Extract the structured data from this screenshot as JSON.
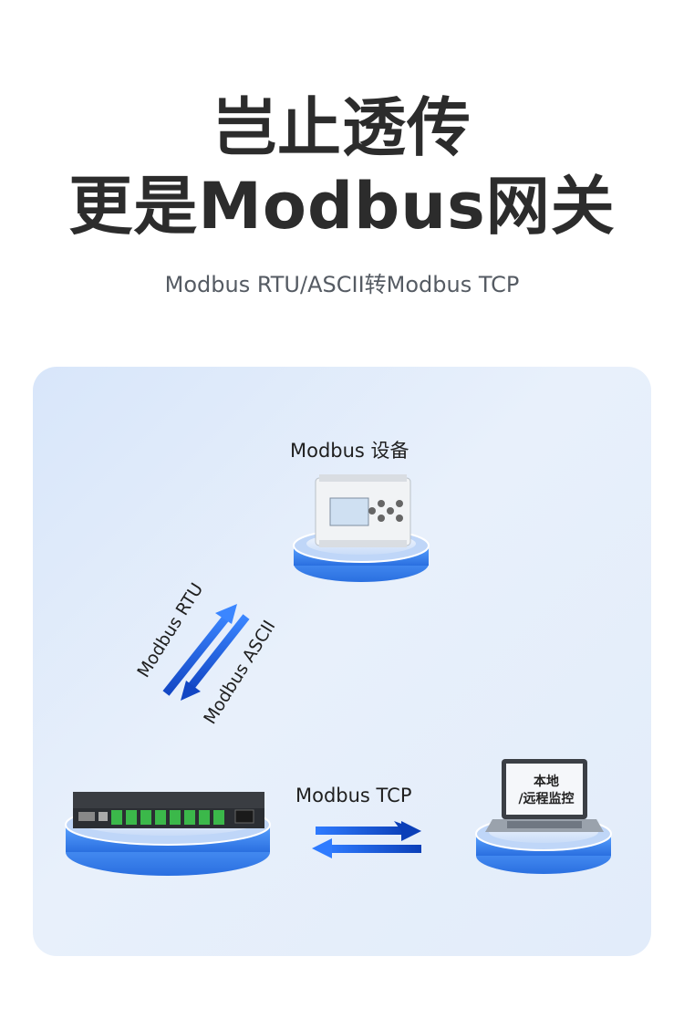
{
  "headline": {
    "line1": "岂止透传",
    "line2": "更是Modbus网关"
  },
  "subtitle": "Modbus RTU/ASCII转Modbus TCP",
  "diagram": {
    "device_label": "Modbus 设备",
    "rtu_label": "Modbus RTU",
    "ascii_label": "Modbus ASCII",
    "tcp_label": "Modbus TCP",
    "monitor_line1": "本地",
    "monitor_line2": "/远程监控"
  },
  "colors": {
    "headline": "#2c2c2c",
    "arrow_blue": "#1a5fe0",
    "platform_blue": "#3c8cf0",
    "panel_bg": "#e2ecfa"
  }
}
